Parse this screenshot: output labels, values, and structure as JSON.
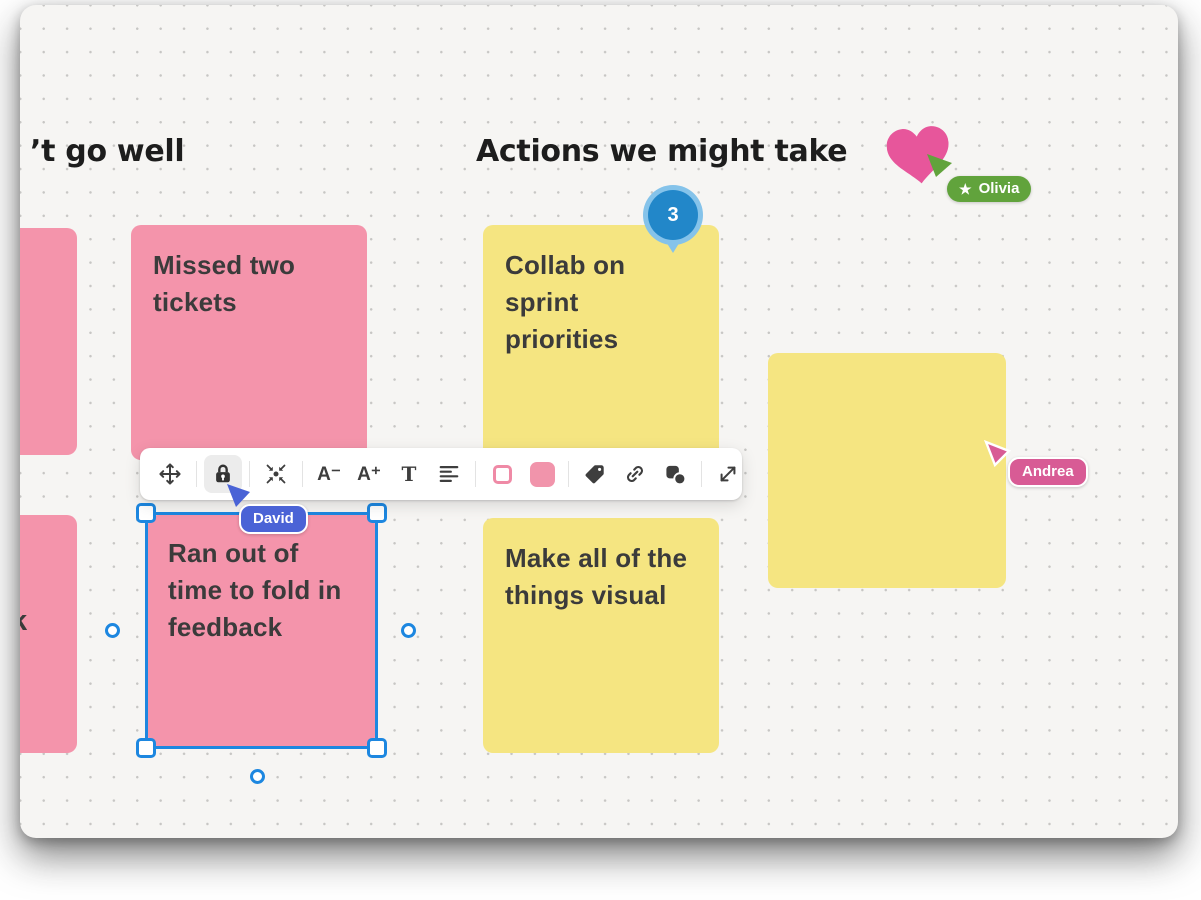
{
  "app": {
    "type": "collaborative-whiteboard"
  },
  "canvas": {
    "headings": [
      {
        "text": "’t go well"
      },
      {
        "text": "Actions we might take"
      }
    ],
    "notes": [
      {
        "text": "Missed two tickets",
        "color": "pink"
      },
      {
        "text": "Collab on sprint priorities",
        "color": "yellow"
      },
      {
        "text": "Ran out of time to fold in feedback",
        "color": "pink",
        "selected": true
      },
      {
        "text": "Make all of the things visual",
        "color": "yellow"
      },
      {
        "text": "",
        "color": "yellow"
      },
      {
        "text": "",
        "color": "pink"
      },
      {
        "text": "k",
        "color": "pink"
      }
    ],
    "pin": {
      "count": "3",
      "outer_color": "#85c3ea",
      "inner_color": "#2287c9"
    },
    "reaction": {
      "type": "heart",
      "color": "#e7569b"
    },
    "collaborators": [
      {
        "name": "David",
        "color": "#4a63d6"
      },
      {
        "name": "Olivia",
        "color": "#61a33c",
        "star": "★"
      },
      {
        "name": "Andrea",
        "color": "#d85b95"
      }
    ]
  },
  "toolbar": {
    "items": [
      {
        "name": "move-tool"
      },
      {
        "name": "lock-tool",
        "active": true
      },
      {
        "name": "shrink-to-fit-tool"
      },
      {
        "name": "decrease-font-size",
        "glyph": "A⁻"
      },
      {
        "name": "increase-font-size",
        "glyph": "A⁺"
      },
      {
        "name": "text-tool",
        "glyph": "T"
      },
      {
        "name": "align-tool"
      },
      {
        "name": "border-color-swatch",
        "color": "#ef8aa6"
      },
      {
        "name": "fill-color-swatch",
        "color": "#f194ab"
      },
      {
        "name": "tag-tool"
      },
      {
        "name": "link-tool"
      },
      {
        "name": "shapes-tool"
      },
      {
        "name": "resize-tool"
      }
    ]
  },
  "colors": {
    "note_pink": "#f494ab",
    "note_yellow": "#f5e581",
    "selection_blue": "#1d87e0",
    "canvas_background": "#f6f5f3",
    "dot_grid": "#c7c6c4"
  }
}
